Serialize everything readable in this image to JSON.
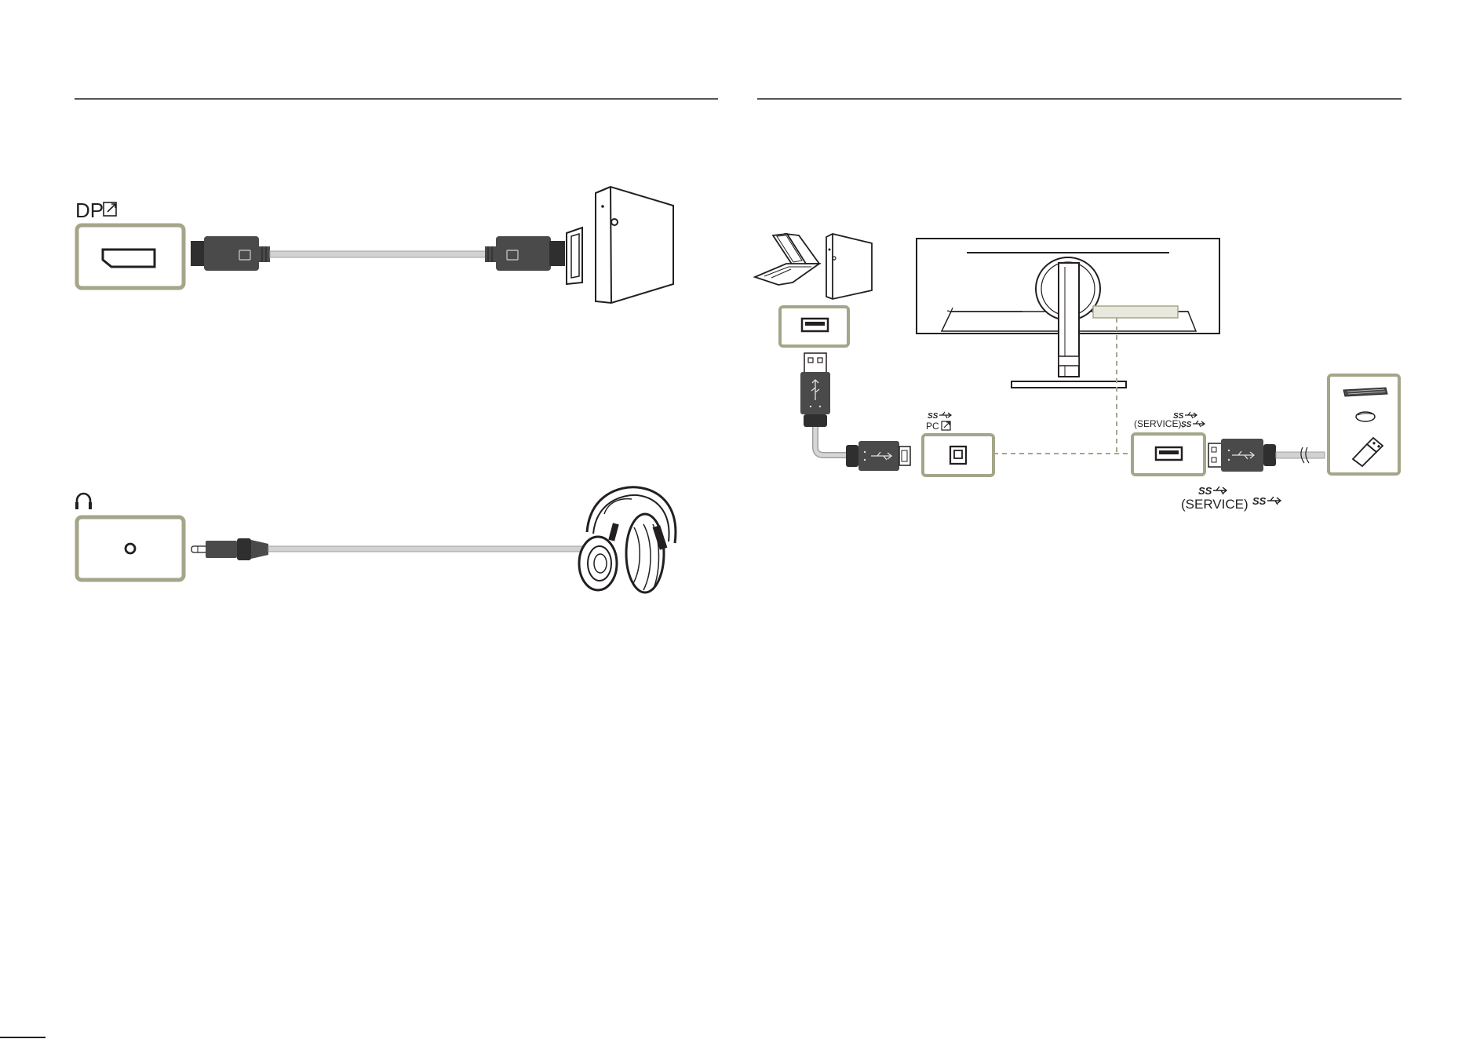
{
  "dp_section": {
    "port_label": "DP"
  },
  "usb_section": {
    "upstream_port": {
      "label_line2": "PC"
    },
    "downstream_port": {
      "label_text": "(SERVICE),"
    },
    "device_label": {
      "label_text": "(SERVICE)"
    }
  },
  "colors": {
    "port_frame": "#a5a58a",
    "port_fill": "#ffffff",
    "connector": "#4a4a4a",
    "connector_dark": "#2f2f2f",
    "cable": "#c8c8c8",
    "rule": "#231f20",
    "dashed_link": "#a5a58a",
    "monitor_panel": "#e8e8dc"
  },
  "icons": [
    "displayport-icon",
    "pc-tower-icon",
    "headphone-icon",
    "headphones-icon",
    "laptop-icon",
    "monitor-back-icon",
    "keyboard-icon",
    "mouse-icon",
    "usb-flash-drive-icon",
    "usb-superspeed-icon",
    "usb-plug-icon"
  ]
}
